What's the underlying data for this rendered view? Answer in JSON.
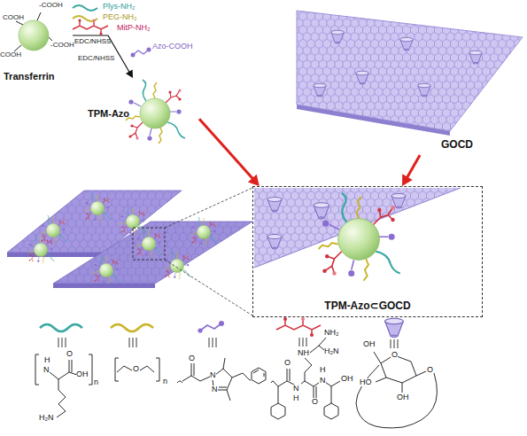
{
  "diagram": {
    "nodes": [
      {
        "text": [
          "Transferrin"
        ]
      },
      {
        "text": [
          "TPM-Azo"
        ]
      },
      {
        "text": [
          "GOCD"
        ]
      },
      {
        "text": [
          "TPM-Azo⊂GOCD"
        ]
      }
    ],
    "edges": [
      {
        "from": 0,
        "to": 1,
        "arrow": "to",
        "label": "EDC/NHSS"
      },
      {
        "from": 1,
        "to": 3,
        "arrow": "to"
      },
      {
        "from": 2,
        "to": 3,
        "arrow": "to"
      }
    ],
    "labels": [
      "COOH",
      "-COOH",
      "COOH",
      "-COOH",
      "Plys-NH₂",
      "PEG-NH₂",
      "MitP-NH₂",
      "EDC/NHSS",
      "Azo-COOH",
      "H",
      "N",
      "O",
      "OH",
      "n",
      "H₂N",
      "O",
      "n",
      "O",
      "N",
      "N",
      "H₂N",
      "NH",
      "NH₂",
      "H",
      "N",
      "O",
      "H",
      "N",
      "O",
      "OH",
      "OH",
      "O",
      "HO",
      "OH",
      "O"
    ]
  }
}
